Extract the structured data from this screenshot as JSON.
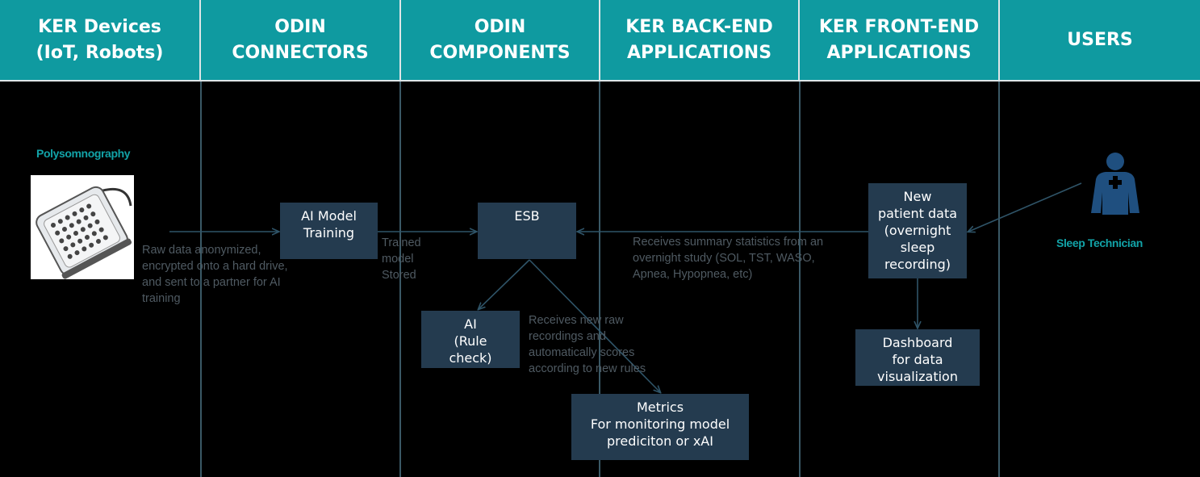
{
  "columns": [
    {
      "title": "KER Devices\n(IoT, Robots)"
    },
    {
      "title": "ODIN\nCONNECTORS"
    },
    {
      "title": "ODIN\nCOMPONENTS"
    },
    {
      "title": "KER BACK-END\nAPPLICATIONS"
    },
    {
      "title": "KER FRONT-END\nAPPLICATIONS"
    },
    {
      "title": "USERS"
    }
  ],
  "device": {
    "label": "Polysomnography"
  },
  "user": {
    "label": "Sleep Technician"
  },
  "boxes": {
    "ai_training": "AI Model\nTraining",
    "esb": "ESB",
    "ai_rule": "AI\n(Rule\ncheck)",
    "metrics": "Metrics\nFor monitoring model\nprediciton or xAI",
    "new_patient": "New\npatient data\n(overnight\nsleep\nrecording)",
    "dashboard": "Dashboard\nfor data\nvisualization"
  },
  "notes": {
    "raw_data": "Raw data anonymized,\nencrypted onto a hard drive,\nand sent to a partner for AI\ntraining",
    "trained": "Trained\nmodel\nStored",
    "summary": "Receives summary statistics from an\novernight study (SOL, TST, WASO,\nApnea, Hypopnea, etc)",
    "raw_recordings": "Receives new raw\nrecordings and\nautomatically scores\naccording to new rules"
  },
  "colors": {
    "header": "#0f9aa0",
    "box": "#243b4f",
    "accent": "#12a3a8",
    "icon": "#1f4f7f"
  }
}
